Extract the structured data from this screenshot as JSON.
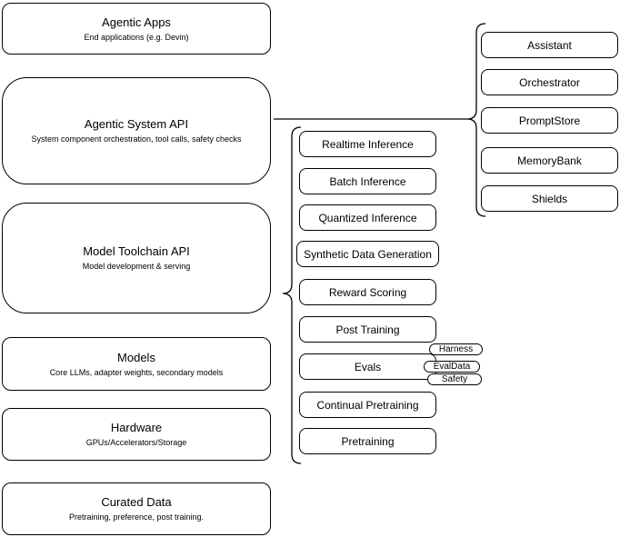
{
  "left_stack": {
    "items": [
      {
        "title": "Agentic Apps",
        "subtitle": "End applications (e.g. Devin)"
      },
      {
        "title": "Agentic System API",
        "subtitle": "System component orchestration, tool calls, safety checks"
      },
      {
        "title": "Model Toolchain API",
        "subtitle": "Model development & serving"
      },
      {
        "title": "Models",
        "subtitle": "Core LLMs, adapter weights, secondary models"
      },
      {
        "title": "Hardware",
        "subtitle": "GPUs/Accelerators/Storage"
      },
      {
        "title": "Curated Data",
        "subtitle": "Pretraining, preference, post training."
      }
    ]
  },
  "toolchain_stack": {
    "items": [
      "Realtime Inference",
      "Batch Inference",
      "Quantized Inference",
      "Synthetic Data Generation",
      "Reward Scoring",
      "Post Training",
      "Evals",
      "Continual Pretraining",
      "Pretraining"
    ]
  },
  "evals_tags": {
    "items": [
      "Harness",
      "EvalData",
      "Safety"
    ]
  },
  "system_stack": {
    "items": [
      "Assistant",
      "Orchestrator",
      "PromptStore",
      "MemoryBank",
      "Shields"
    ]
  },
  "colors": {
    "stroke": "#000000",
    "background": "#ffffff",
    "text": "#000000"
  }
}
